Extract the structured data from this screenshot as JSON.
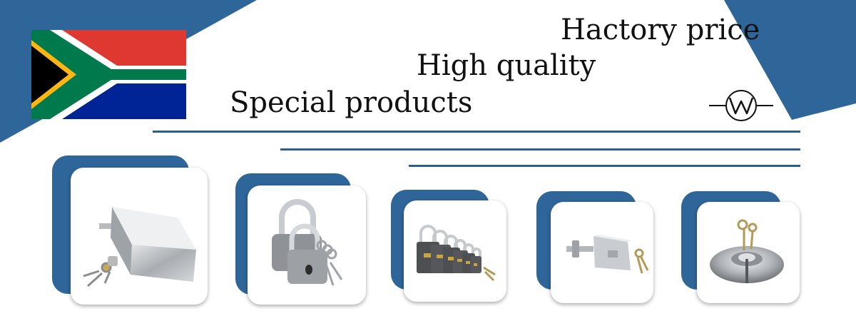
{
  "banner": {
    "headlines": {
      "factory": "Hactory price",
      "quality": "High quality",
      "special": "Special products"
    },
    "accent_color": "#2f6699",
    "flag": "south-africa-flag",
    "logo": "w-logo"
  },
  "products": [
    {
      "name": "box-lock-with-keys",
      "icon": "box-lock-icon"
    },
    {
      "name": "padlock-pair",
      "icon": "padlock-icon"
    },
    {
      "name": "padlock-size-set",
      "icon": "padlock-set-icon"
    },
    {
      "name": "bolt-box-lock",
      "icon": "bolt-lock-icon"
    },
    {
      "name": "disc-padlock",
      "icon": "disc-lock-icon"
    }
  ]
}
